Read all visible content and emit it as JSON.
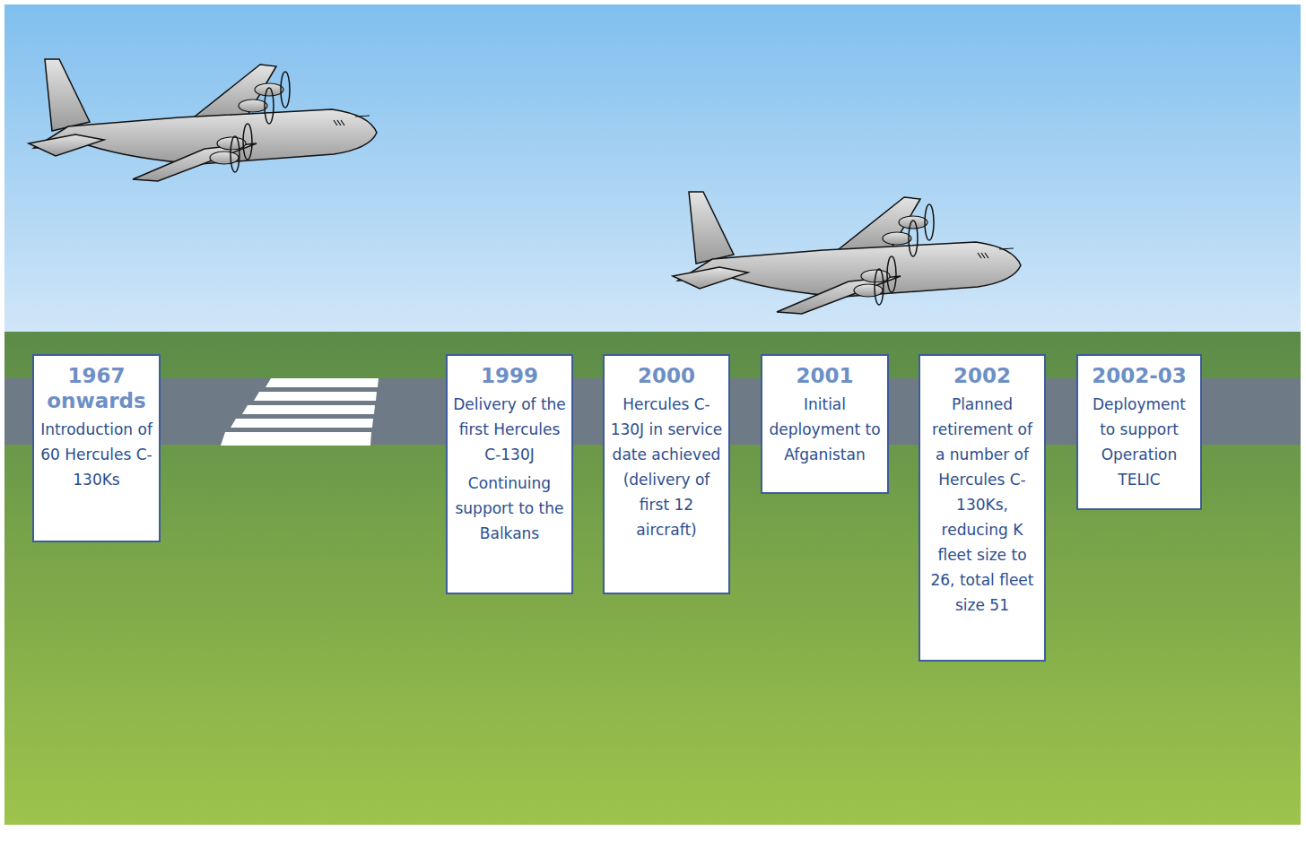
{
  "diagram": {
    "nodes": [
      {
        "text": [
          "1967 onwards",
          "Introduction of 60 Hercules C-130Ks"
        ]
      },
      {
        "text": [
          "1999",
          "Delivery of the first Hercules C-130J",
          "Continuing support to the Balkans"
        ]
      },
      {
        "text": [
          "2000",
          "Hercules C-130J in service date achieved (delivery of first 12 aircraft)"
        ]
      },
      {
        "text": [
          "2001",
          "Initial deployment to Afganistan"
        ]
      },
      {
        "text": [
          "2002",
          "Planned retirement of a number of Hercules C-130Ks, reducing K fleet size to 26, total fleet size 51"
        ]
      },
      {
        "text": [
          "2002-03",
          "Deployment to support Operation TELIC"
        ]
      }
    ]
  }
}
